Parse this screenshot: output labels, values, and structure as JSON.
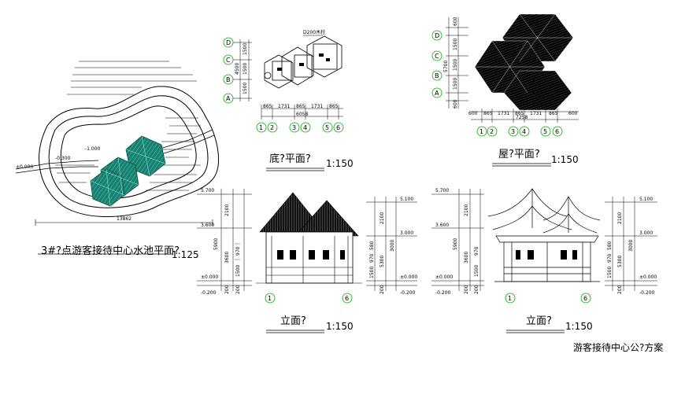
{
  "sheet": {
    "pond_plan": {
      "title": "3#?点游客接待中心水池平面?",
      "scale": "1:125",
      "elevations": [
        "±0.000",
        "-0.300",
        "-1.000"
      ],
      "overall_dim": "13862"
    },
    "floor_plan": {
      "title": "底?平面?",
      "scale": "1:150",
      "column_note": "D200木柱",
      "row_axes": [
        "D",
        "C",
        "B",
        "A"
      ],
      "row_dims": [
        "1500",
        "1500",
        "1500"
      ],
      "row_total": "4500",
      "col_axes": [
        "1",
        "2",
        "3",
        "4",
        "5",
        "6"
      ],
      "col_dims": [
        "865",
        "1731",
        "865",
        "1731",
        "865"
      ],
      "col_total": "6058"
    },
    "roof_plan": {
      "title": "屋?平面?",
      "scale": "1:150",
      "row_axes": [
        "D",
        "C",
        "B",
        "A"
      ],
      "row_dims": [
        "600",
        "1500",
        "1500",
        "1500",
        "600"
      ],
      "row_total": "5700",
      "col_axes": [
        "1",
        "2",
        "3",
        "4",
        "5",
        "6"
      ],
      "col_dims": [
        "600",
        "865",
        "1731",
        "865",
        "1731",
        "865",
        "600"
      ],
      "col_total": "7258"
    },
    "elev_left": {
      "title": "立面?",
      "scale": "1:150",
      "left_levels": [
        "5.700",
        "3.600",
        "±0.000",
        "-0.200"
      ],
      "left_dims": [
        "2100",
        "3600",
        "1500",
        "200",
        "5900",
        "970",
        "200"
      ],
      "right_levels": [
        "5.100",
        "3.000",
        "±0.000",
        "-0.200"
      ],
      "right_dims": [
        "2100",
        "1500",
        "970",
        "580",
        "5300",
        "3000",
        "200"
      ],
      "axes": [
        "1",
        "6"
      ]
    },
    "elev_right": {
      "title": "立面?",
      "scale": "1:150",
      "left_levels": [
        "5.700",
        "3.600",
        "±0.000",
        "-0.200"
      ],
      "left_dims": [
        "2100",
        "3600",
        "1500",
        "200",
        "5900",
        "970",
        "200"
      ],
      "right_levels": [
        "5.100",
        "3.000",
        "±0.000",
        "-0.200"
      ],
      "right_dims": [
        "2100",
        "1500",
        "970",
        "580",
        "5300",
        "3000",
        "200"
      ],
      "axes": [
        "1",
        "6"
      ]
    },
    "footer": "游客接待中心公?方案"
  }
}
